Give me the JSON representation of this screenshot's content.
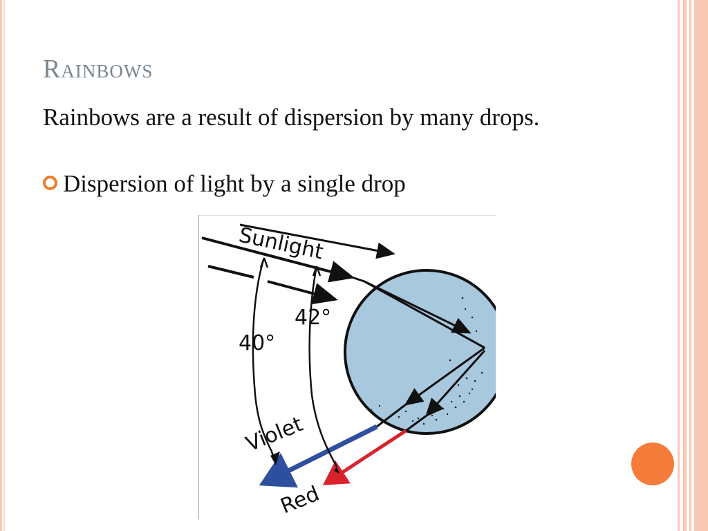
{
  "slide": {
    "title": "Rainbows",
    "paragraph": "Rainbows are a result of dispersion by many drops.",
    "bullet": "Dispersion of light by a single drop"
  },
  "diagram": {
    "sunlight_label": "Sunlight",
    "angle_violet": "40°",
    "angle_red": "42°",
    "violet_label": "Violet",
    "red_label": "Red"
  },
  "colors": {
    "bullet_orange": "#f07b2a",
    "accent_dot": "#f47c3a",
    "border_peach": "#f9c9b3",
    "drop_fill": "#a8c8de",
    "violet_ray": "#2e4f9e",
    "red_ray": "#d8232f",
    "title_gray": "#7a8590"
  },
  "icons": {
    "bullet": "circle-bullet-icon"
  }
}
